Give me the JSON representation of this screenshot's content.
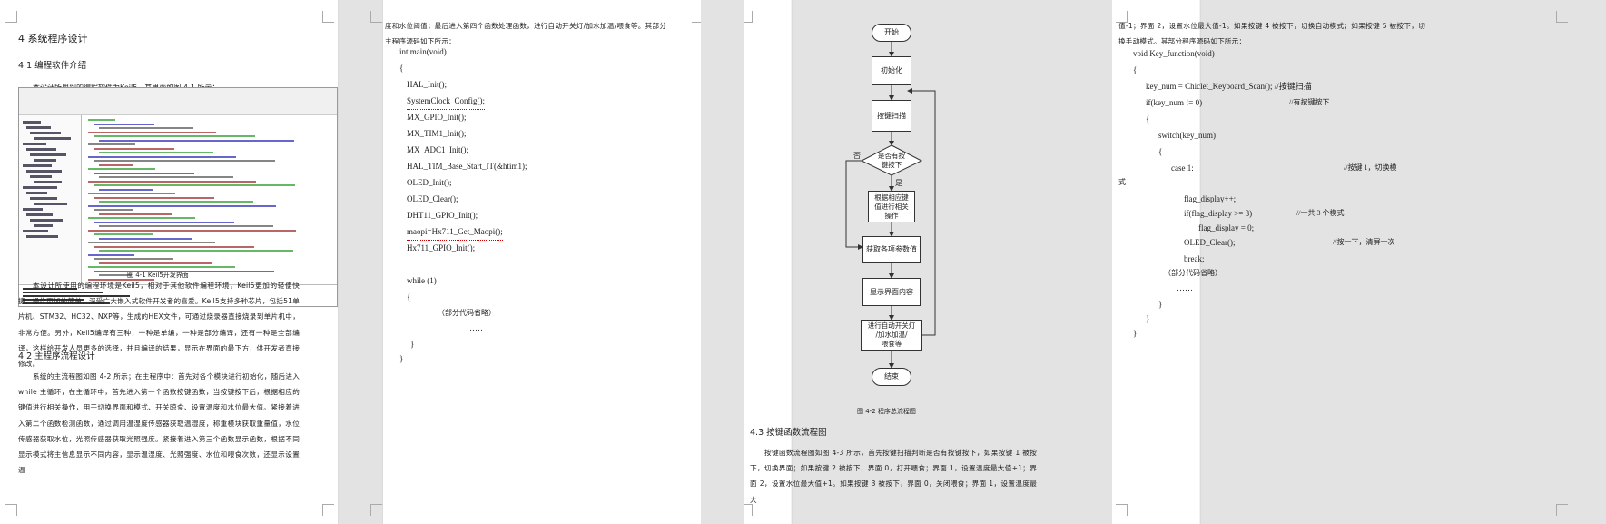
{
  "page1": {
    "chapter_title": "4 系统程序设计",
    "sec41_title": "4.1 编程软件介绍",
    "sec41_intro": "本设计所用到的编程软件为Keil5，其界面如图 4-1 所示：",
    "fig41_caption": "图 4-1 Keil5开发界面",
    "sec41_body": "本设计所使用的编程环境是Keil5，相对于其他软件编程环境，Keil5更加的轻便快捷，操作更加的简单，深受广大嵌入式软件开发者的喜爱。Keil5支持多种芯片，包括51单片机、STM32、HC32、NXP等，生成的HEX文件，可通过烧录器直接烧录到单片机中，非常方便。另外，Keil5编译有三种，一种是单编，一种是部分编译，还有一种是全部编译，这样给开发人员更多的选择，并且编译的结果，显示在界面的最下方，供开发者直接修改。",
    "sec42_title": "4.2 主程序流程设计",
    "sec42_body": "系统的主流程图如图 4-2 所示；在主程序中：首先对各个模块进行初始化，随后进入while 主循环，在主循环中，首先进入第一个函数按键函数，当按键按下后，根据相应的键值进行相关操作，用于切换界面和模式、开关晾食、设置温度和水位最大值。紧接着进入第二个函数检测函数，通过调用温湿度传感器获取温湿度，称重模块获取重量值，水位传感器获取水位，光照传感器获取光照强度。紧接着进入第三个函数显示函数，根据不同显示模式将主信息显示不同内容，显示温湿度、光照强度、水位和喂食次数，还显示设置温"
  },
  "page2": {
    "intro": "度和水位阈值；最后进入第四个函数处理函数，进行自动开关灯/加水加温/喂食等。其部分主程序源码如下所示：",
    "code": [
      "int main(void)",
      "{",
      "HAL_Init();",
      "SystemClock_Config();",
      "MX_GPIO_Init();",
      "MX_TIM1_Init();",
      "MX_ADC1_Init();",
      "HAL_TIM_Base_Start_IT(&htim1);",
      "OLED_Init();",
      "OLED_Clear();",
      " DHT11_GPIO_Init();",
      "maopi=Hx711_Get_Maopi();",
      " Hx711_GPIO_Init();",
      "while (1)",
      "{",
      "（部分代码省略）",
      "……",
      "}",
      "}"
    ]
  },
  "page3": {
    "flow": {
      "start": "开始",
      "init": "初始化",
      "scan": "按键扫描",
      "decision": "是否有按\n键按下",
      "no": "否",
      "yes": "是",
      "action": "根据相应键\n值进行相关\n操作",
      "params": "获取各项参数值",
      "display": "显示界面内容",
      "auto": "进行自动开关灯\n/加水加温/\n喂食等",
      "end": "结束"
    },
    "fig42_caption": "图 4-2  程序总流程图",
    "sec43_title": "4.3 按键函数流程图",
    "sec43_body": "按键函数流程图如图 4-3 所示，首先按键扫描判断是否有按键按下，如果按键 1 被按下，切换界面；如果按键 2 被按下，界面 0，打开喂食；界面 1，设置温度最大值+1；界面 2，设置水位最大值+1。如果按键 3 被按下，界面 0，关闭喂食；界面 1，设置温度最大"
  },
  "page4": {
    "intro": "值-1；界面 2，设置水位最大值-1。如果按键 4 被按下，切换自动模式；如果按键 5 被按下，切换手动模式。其部分程序源码如下所示：",
    "code": {
      "l1": "void Key_function(void)",
      "l2": "{",
      "l3": "key_num = Chiclet_Keyboard_Scan(); //按键扫描",
      "l4": "if(key_num != 0)",
      "l4c": "//有按键按下",
      "l5": "{",
      "l6": "switch(key_num)",
      "l7": "{",
      "l8": "case 1:",
      "l8c": "//按键 1，切换模",
      "l8w": "式",
      "l9": "flag_display++;",
      "l10": "if(flag_display >= 3)",
      "l10c": "//一共 3 个模式",
      "l11": "flag_display = 0;",
      "l12": "OLED_Clear();",
      "l12c": "//按一下，清屏一次",
      "l13": "break;",
      "l14": "（部分代码省略）",
      "l15": "……",
      "l16": "}",
      "l17": "}",
      "l18": "}"
    }
  },
  "ide": {
    "editor_lines": 40
  }
}
